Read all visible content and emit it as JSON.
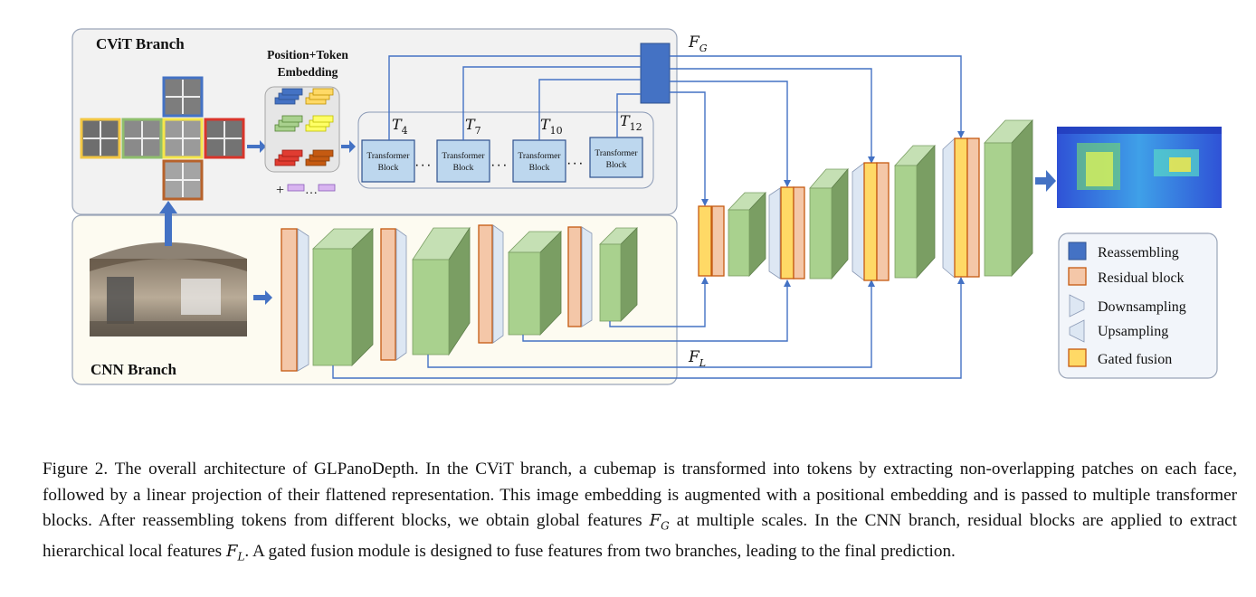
{
  "diagram": {
    "cvit_title": "CViT Branch",
    "cnn_title": "CNN Branch",
    "embedding_title_1": "Position+Token",
    "embedding_title_2": "Embedding",
    "plus_sign": "+",
    "ellipsis": "…",
    "transformer_blocks": [
      {
        "tap": "T",
        "sub": "4",
        "line1": "Transformer",
        "line2": "Block"
      },
      {
        "tap": "T",
        "sub": "7",
        "line1": "Transformer",
        "line2": "Block"
      },
      {
        "tap": "T",
        "sub": "10",
        "line1": "Transformer",
        "line2": "Block"
      },
      {
        "tap": "T",
        "sub": "12",
        "line1": "Transformer",
        "line2": "Block"
      }
    ],
    "dots": "·  ·  ·",
    "fg_label": {
      "main": "F",
      "sub": "G"
    },
    "fl_label": {
      "main": "F",
      "sub": "L"
    }
  },
  "legend": {
    "items": [
      {
        "label": "Reassembling",
        "kind": "reassemble",
        "color": "#4472c4"
      },
      {
        "label": "Residual block",
        "kind": "residual",
        "color": "#f4c7a8"
      },
      {
        "label": "Downsampling",
        "kind": "down",
        "color": "#dde7f3"
      },
      {
        "label": "Upsampling",
        "kind": "up",
        "color": "#dde7f3"
      },
      {
        "label": "Gated fusion",
        "kind": "gated",
        "color": "#ffd966"
      }
    ]
  },
  "colors": {
    "arrow": "#4472c4",
    "green_front": "#a9d18e",
    "green_side": "#7a9e63",
    "green_top": "#c5e0b4",
    "residual": "#f4c7a8",
    "residual_border": "#c55a11",
    "gated": "#ffd966",
    "cvit_bg": "#f2f2f2",
    "cnn_bg": "#fdfbf1"
  },
  "caption": {
    "prefix": "Figure 2.  The overall architecture of GLPanoDepth.  In the CViT branch, a cubemap is transformed into tokens by extracting non-overlapping patches on each face, followed by a linear projection of their flattened representation. This image embedding is augmented with a positional embedding and is passed to multiple transformer blocks.  After reassembling tokens from different blocks, we obtain global features",
    "fg_symbol": "F",
    "fg_sub": "G",
    "middle": "at multiple scales.  In the CNN branch, residual blocks are applied to extract hierarchical local features",
    "fl_symbol": "F",
    "fl_sub": "L",
    "suffix": ".  A gated fusion module is designed to fuse features from two branches, leading to the final prediction."
  }
}
